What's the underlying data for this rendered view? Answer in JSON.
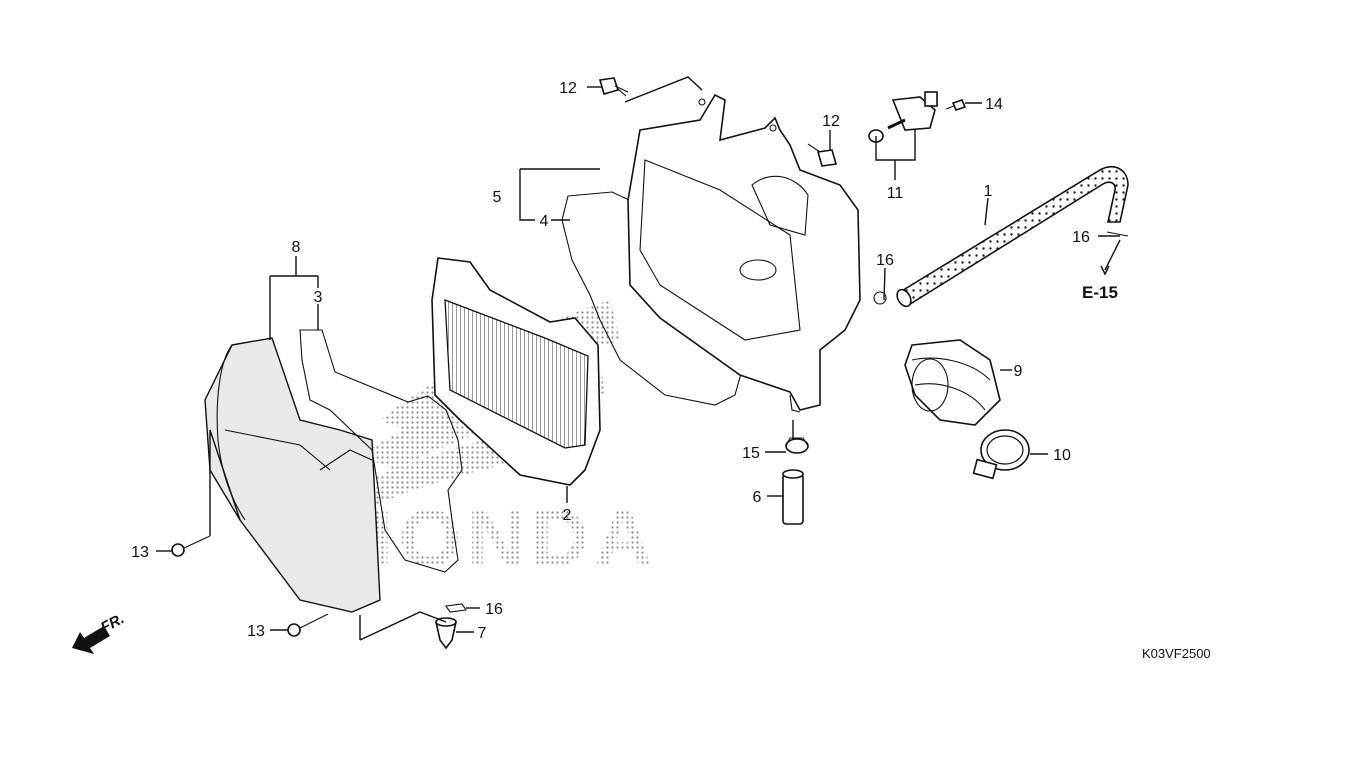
{
  "callouts": {
    "p1": "1",
    "p2": "2",
    "p3": "3",
    "p4": "4",
    "p5": "5",
    "p6": "6",
    "p7": "7",
    "p8": "8",
    "p9": "9",
    "p10": "10",
    "p11": "11",
    "p12a": "12",
    "p12b": "12",
    "p13a": "13",
    "p13b": "13",
    "p14": "14",
    "p15": "15",
    "p16a": "16",
    "p16b": "16",
    "p16c": "16"
  },
  "reference": {
    "label": "E-15"
  },
  "diagram_code": "K03VF2500",
  "front_indicator": "FR.",
  "watermark": "HONDA"
}
